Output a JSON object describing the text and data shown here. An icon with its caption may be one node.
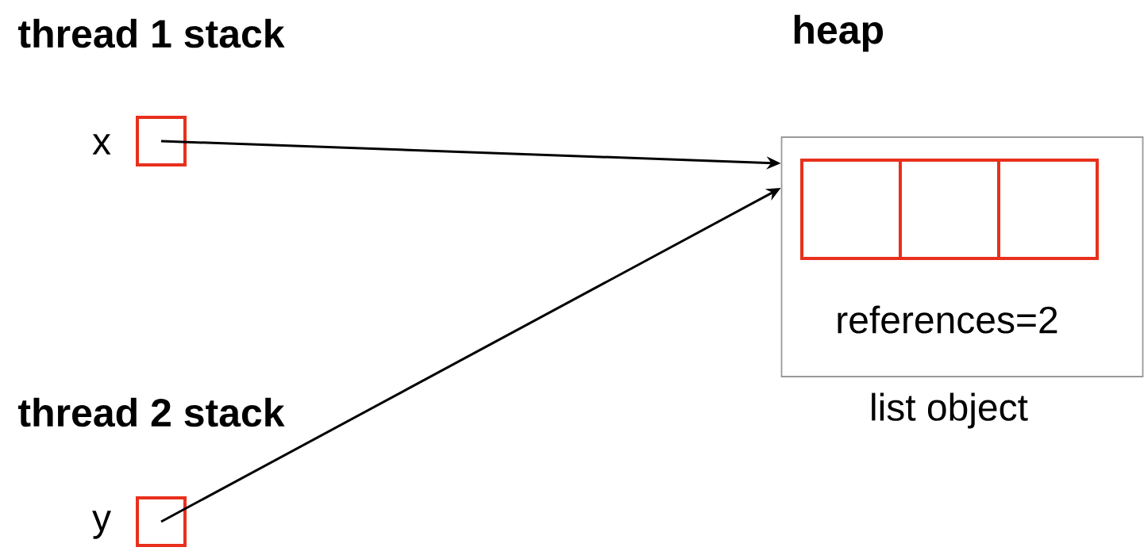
{
  "diagram": {
    "nodes": [
      {
        "text": [],
        "shape": "box",
        "beside": [
          "x"
        ]
      },
      {
        "text": [],
        "shape": "box",
        "beside": [
          "y"
        ]
      },
      {
        "text": [
          "references=2"
        ],
        "beside": [
          "list object"
        ]
      },
      {
        "text": [],
        "shape": "box",
        "in": 2
      },
      {
        "text": [],
        "shape": "box",
        "in": 2
      },
      {
        "text": [],
        "shape": "box",
        "in": 2
      }
    ],
    "edges": [
      {
        "from": 0,
        "to": 2,
        "arrow": "to"
      },
      {
        "from": 1,
        "to": 2,
        "arrow": "to"
      }
    ],
    "labels": [
      "thread 1 stack",
      "heap",
      "thread 2 stack"
    ]
  }
}
